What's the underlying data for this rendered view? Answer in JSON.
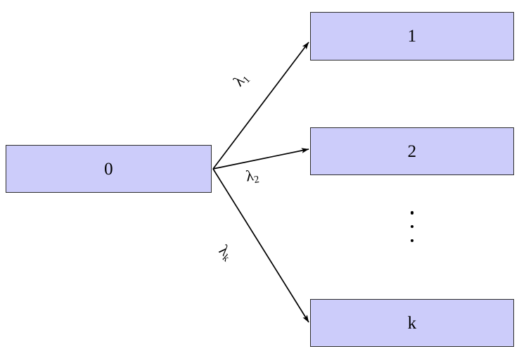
{
  "diagram": {
    "title": "branching-rate-diagram",
    "background": "#ffffff",
    "node_fill": "#ccccfa",
    "node_stroke": "#2b2b2b",
    "edge_color": "#000000",
    "source_node": {
      "label": "0"
    },
    "target_nodes": [
      {
        "label": "1"
      },
      {
        "label": "2"
      },
      {
        "label": "k"
      }
    ],
    "edges": [
      {
        "lambda": "λ",
        "subscript": "1",
        "from": "0",
        "to": "1"
      },
      {
        "lambda": "λ",
        "subscript": "2",
        "from": "0",
        "to": "2"
      },
      {
        "lambda": "λ",
        "subscript": "k",
        "from": "0",
        "to": "k"
      }
    ],
    "ellipsis": "⋮"
  }
}
